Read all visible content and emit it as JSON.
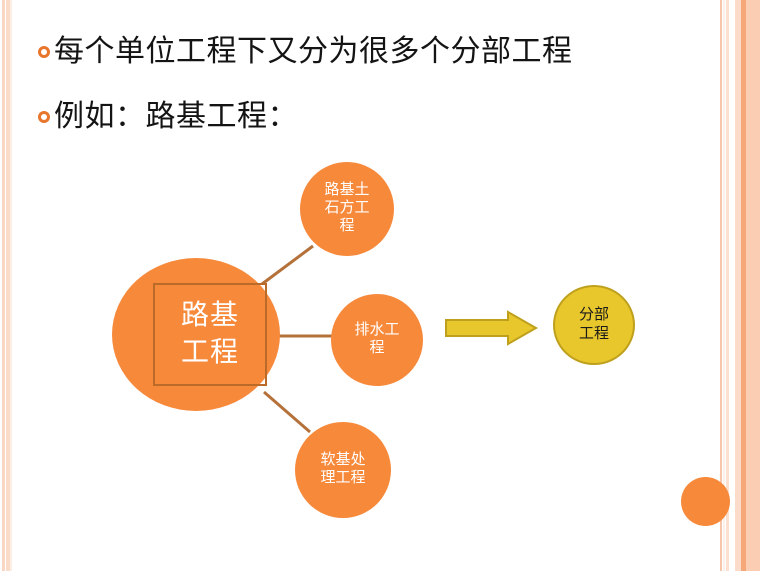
{
  "slide": {
    "background_color": "#ffffff",
    "accent_color": "#f7893b",
    "border_color": "#fbcdb3",
    "connector_color": "#b5713a"
  },
  "bullets": [
    {
      "marker": "ring-bullet-icon",
      "text": "每个单位工程下又分为很多个分部工程"
    },
    {
      "marker": "ring-bullet-icon",
      "text": "例如：路基工程："
    }
  ],
  "diagram": {
    "main_node": {
      "label": "路基\n工程",
      "line1": "路基",
      "line2": "工程",
      "fill": "#f7893b",
      "text_color": "#ffffff",
      "box_border": "#ba6b2a"
    },
    "branches": [
      {
        "id": "top",
        "line1": "路基土",
        "line2": "石方工",
        "line3": "程",
        "fill": "#f7893b"
      },
      {
        "id": "middle",
        "line1": "排水工",
        "line2": "程",
        "line3": "",
        "fill": "#f7893b"
      },
      {
        "id": "bottom",
        "line1": "软基处",
        "line2": "理工程",
        "line3": "",
        "fill": "#f7893b"
      }
    ],
    "arrow": {
      "name": "right-arrow-icon",
      "fill": "#e8c72c",
      "stroke": "#bfa01c"
    },
    "result_node": {
      "line1": "分部",
      "line2": "工程",
      "fill": "#e8c72c",
      "stroke": "#bfa01c",
      "text_color": "#1a1a1a"
    }
  },
  "decoration": {
    "dot_color": "#f7893b"
  }
}
